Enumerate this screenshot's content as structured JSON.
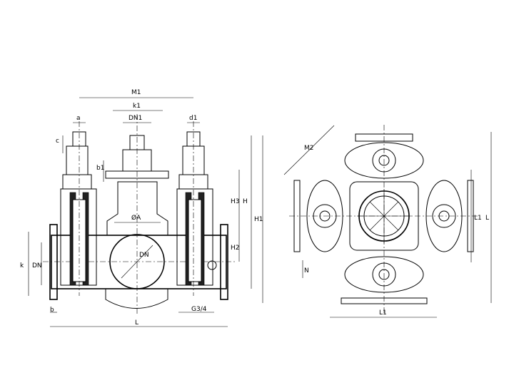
{
  "side_view": {
    "dimensions": {
      "M1": "M1",
      "k1": "k1",
      "DN1": "DN1",
      "d1": "d1",
      "a": "a",
      "c": "c",
      "b1": "b1",
      "H3": "H3",
      "H": "H",
      "H1": "H1",
      "H2": "H2",
      "k": "k",
      "DN_left": "DN",
      "DN_center": "DN",
      "A": "ØA",
      "b": "b",
      "G": "G3/4",
      "L": "L"
    }
  },
  "top_view": {
    "dimensions": {
      "M2": "M2",
      "N": "N",
      "L1_right": "L1",
      "L_right": "L",
      "L1_bottom": "L1"
    }
  }
}
